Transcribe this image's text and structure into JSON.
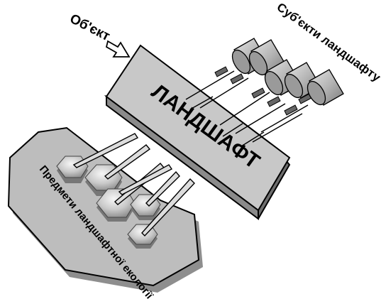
{
  "labels": {
    "object": "Об'єкт",
    "subjects": "Суб'єкти ландшафту",
    "landscape": "ЛАНДШАФТ",
    "subjects_of_ecology": "Предмети ландшафтної екології"
  },
  "colors": {
    "box_top": "#c8c8c8",
    "box_side": "#6e6e6e",
    "base": "#bdbdbd",
    "cylinder": "#b9b9b9",
    "outline": "#000000"
  },
  "icons": {
    "object_arrow": "hollow-arrow-icon"
  }
}
